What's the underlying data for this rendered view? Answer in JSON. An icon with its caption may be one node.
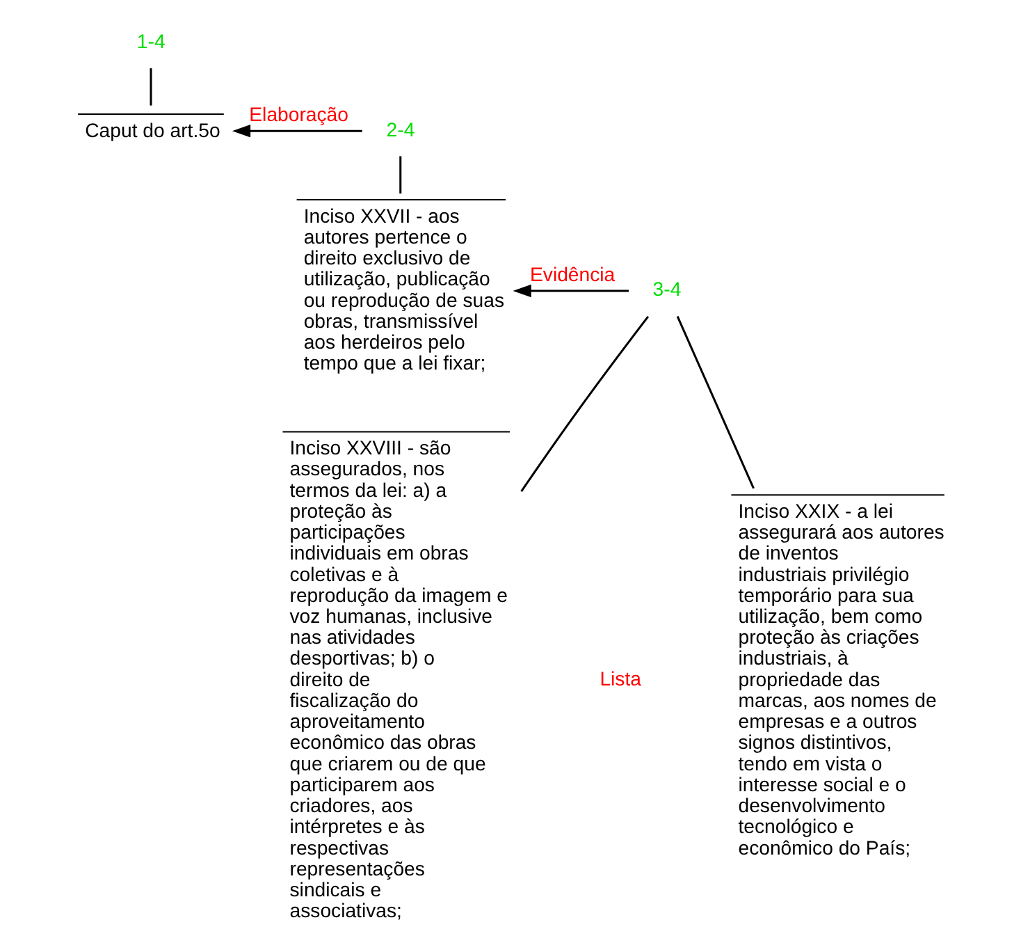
{
  "diagram": {
    "nodes": [
      {
        "text": [
          "1-4"
        ]
      },
      {
        "text": [
          "Caput do art.5o"
        ]
      },
      {
        "text": [
          "2-4"
        ]
      },
      {
        "text": [
          "Inciso XXVII - aos autores pertence o direito exclusivo de utilização, publicação ou reprodução de suas obras, transmissível aos herdeiros pelo tempo que a lei fixar;"
        ]
      },
      {
        "text": [
          "3-4"
        ]
      },
      {
        "text": [
          "Inciso XXVIII - são assegurados, nos termos da lei: a) a proteção às participações individuais em obras coletivas e à reprodução da imagem e voz humanas, inclusive nas atividades desportivas; b) o direito de fiscalização do aproveitamento econômico das obras que criarem ou de que participarem aos criadores, aos intérpretes e às respectivas representações sindicais e associativas;"
        ]
      },
      {
        "text": [
          "Inciso XXIX - a lei assegurará aos autores de inventos industriais privilégio temporário para sua utilização, bem como proteção às criações industriais, à propriedade das marcas, aos nomes de empresas e a outros signos distintivos, tendo em vista o interesse social e o desenvolvimento tecnológico e econômico do País;"
        ]
      }
    ],
    "edges": [
      {
        "from": 0,
        "to": 1,
        "arrow": "none"
      },
      {
        "from": 2,
        "to": 1,
        "arrow": "to",
        "label": "Elaboração"
      },
      {
        "from": 2,
        "to": 3,
        "arrow": "none"
      },
      {
        "from": 4,
        "to": 3,
        "arrow": "to",
        "label": "Evidência"
      },
      {
        "from": 4,
        "to": 5,
        "arrow": "none"
      },
      {
        "from": 4,
        "to": 6,
        "arrow": "none"
      }
    ],
    "labels": [
      "Lista"
    ]
  }
}
